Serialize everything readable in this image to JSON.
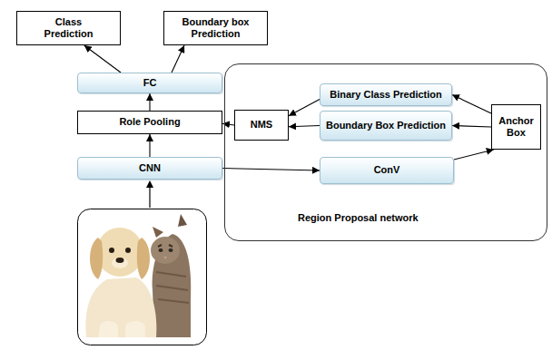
{
  "diagram": {
    "nodes": [
      {
        "text": [
          "Class Prediction"
        ]
      },
      {
        "text": [
          "Boundary box Prediction"
        ]
      },
      {
        "text": [
          "FC"
        ]
      },
      {
        "text": [
          "Region Proposal network"
        ]
      },
      {
        "text": [
          "Binary Class Prediction"
        ],
        "in": 3
      },
      {
        "text": [
          "Boundary Box Prediction"
        ],
        "in": 3
      },
      {
        "text": [
          "Anchor Box"
        ],
        "in": 3
      },
      {
        "text": [
          "Role Pooling"
        ]
      },
      {
        "text": [
          "NMS"
        ],
        "in": 3
      },
      {
        "text": [
          "CNN"
        ]
      },
      {
        "text": [
          "ConV"
        ],
        "in": 3
      }
    ],
    "edges": [
      {
        "from": 2,
        "to": 0,
        "arrow": "to"
      },
      {
        "from": 2,
        "to": 1,
        "arrow": "to"
      },
      {
        "from": 7,
        "to": 2,
        "arrow": "to"
      },
      {
        "from": 9,
        "to": 7,
        "arrow": "to"
      },
      {
        "from": 9,
        "to": 10,
        "arrow": "to"
      },
      {
        "from": 10,
        "to": 6,
        "arrow": "to"
      },
      {
        "from": 6,
        "to": 4,
        "arrow": "to"
      },
      {
        "from": 6,
        "to": 5,
        "arrow": "to"
      },
      {
        "from": 4,
        "to": 8,
        "arrow": "to"
      },
      {
        "from": 5,
        "to": 8,
        "arrow": "to"
      },
      {
        "from": 8,
        "to": 7,
        "arrow": "to"
      }
    ]
  }
}
